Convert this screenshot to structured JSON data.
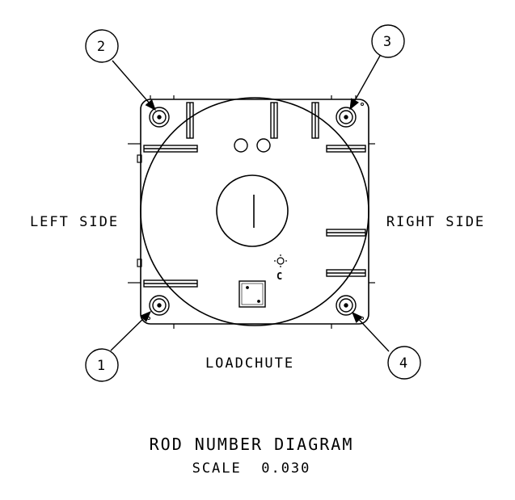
{
  "labels": {
    "left_side": "LEFT SIDE",
    "right_side": "RIGHT SIDE",
    "loadchute": "LOADCHUTE",
    "title": "ROD NUMBER DIAGRAM",
    "scale": "SCALE  0.030",
    "center_mark": "C"
  },
  "rods": [
    {
      "number": "1",
      "position": "bottom-left"
    },
    {
      "number": "2",
      "position": "top-left"
    },
    {
      "number": "3",
      "position": "top-right"
    },
    {
      "number": "4",
      "position": "bottom-right"
    }
  ],
  "colors": {
    "line": "#000000",
    "background": "#ffffff"
  }
}
